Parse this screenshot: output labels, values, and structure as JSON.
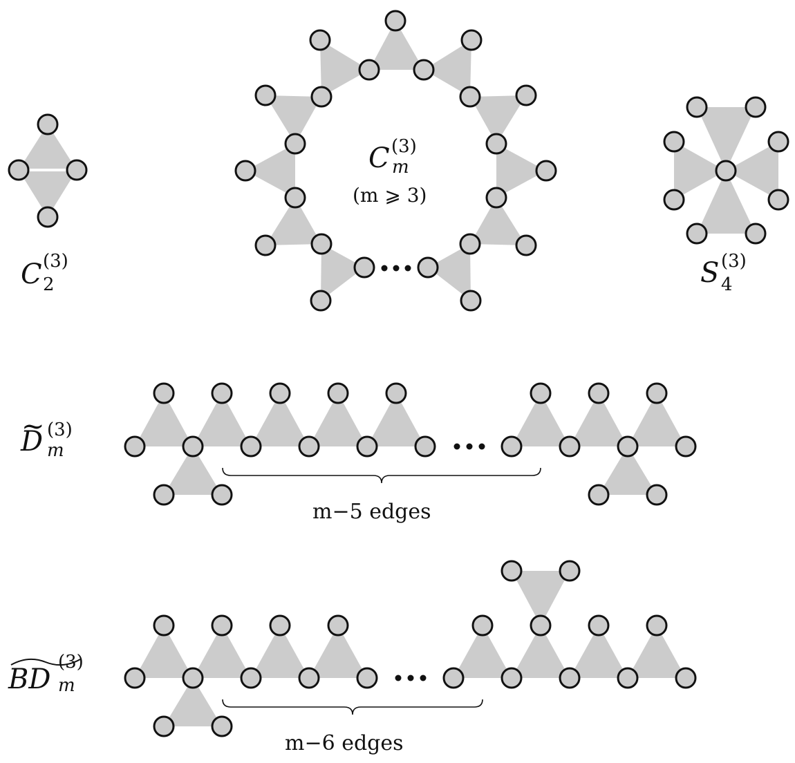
{
  "labels": {
    "c2": {
      "base": "C",
      "sup": "(3)",
      "sub": "2"
    },
    "cm": {
      "base": "C",
      "sup": "(3)",
      "sub": "m",
      "condition": "(m ⩾ 3)"
    },
    "s4": {
      "base": "S",
      "sup": "(3)",
      "sub": "4"
    },
    "dm": {
      "base": "D",
      "accent": "~",
      "sup": "(3)",
      "sub": "m",
      "brace_caption": "m−5 edges"
    },
    "bdm": {
      "base": "BD",
      "accent": "~",
      "sup": "(3)",
      "sub": "m",
      "brace_caption": "m−6 edges"
    }
  },
  "colors": {
    "hyperedge_fill": "#cccccc",
    "vertex_fill": "#cccccc",
    "outline": "#111111"
  }
}
